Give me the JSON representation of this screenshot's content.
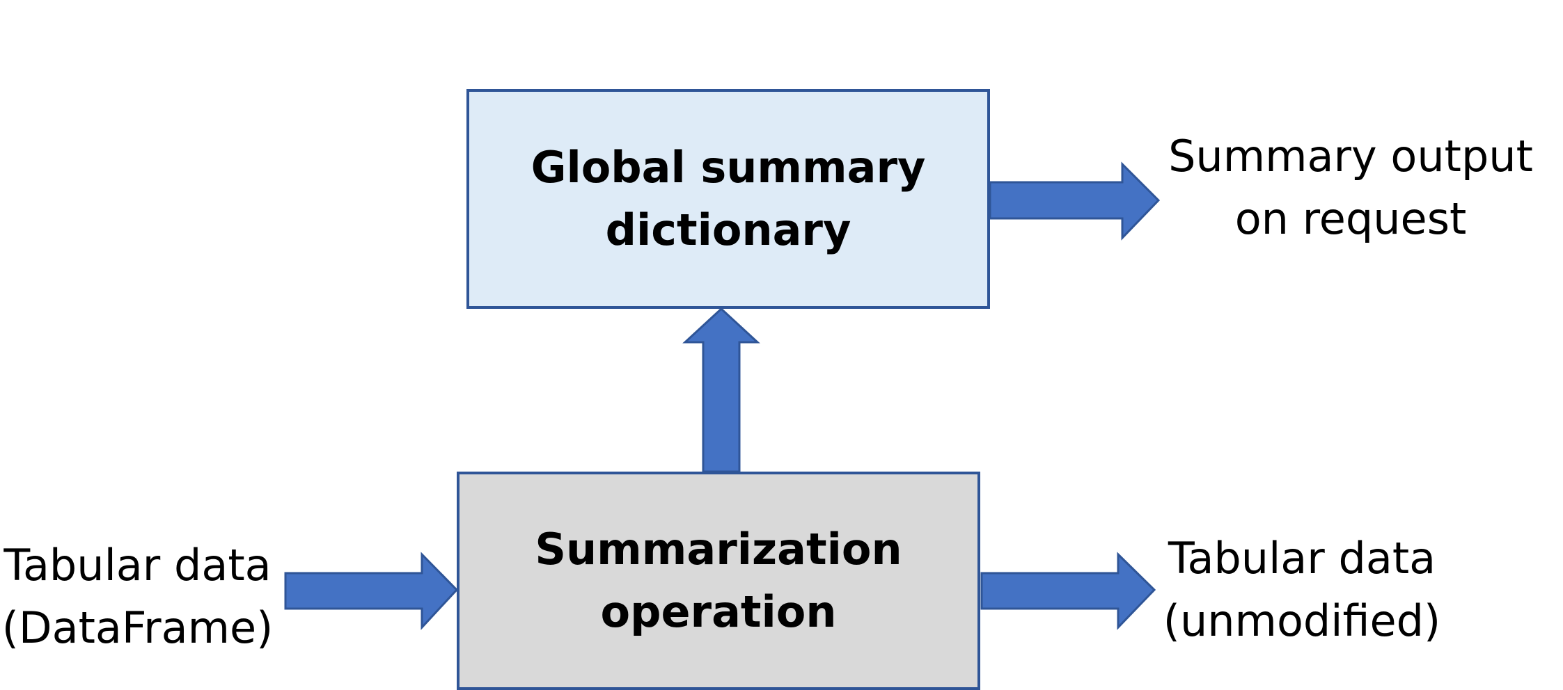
{
  "boxes": {
    "global_summary": "Global summary\ndictionary",
    "summarization": "Summarization\noperation"
  },
  "labels": {
    "summary_output": "Summary output\non request",
    "tabular_input": "Tabular data\n(DataFrame)",
    "tabular_output": "Tabular data\n(unmodified)"
  },
  "colors": {
    "arrow_fill": "#4472c4",
    "border": "#2f5597",
    "global_box_fill": "#deebf7",
    "summarization_box_fill": "#d9d9d9"
  }
}
